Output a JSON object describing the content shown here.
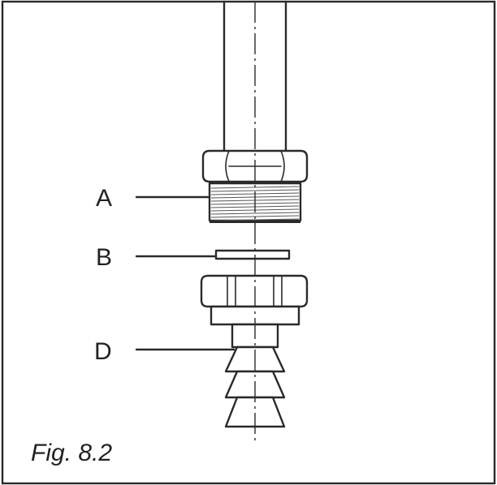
{
  "labels": {
    "a": "A",
    "b": "B",
    "d": "D"
  },
  "caption": "Fig. 8.2"
}
